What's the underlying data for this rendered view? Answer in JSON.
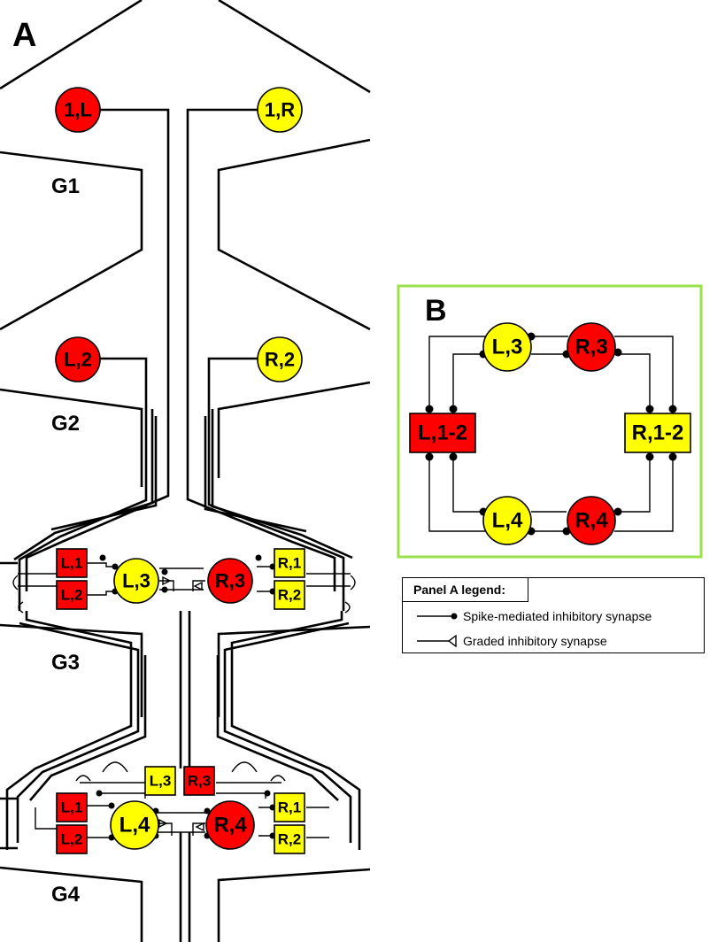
{
  "panels": {
    "a_label": "A",
    "b_label": "B"
  },
  "ganglia": [
    "G1",
    "G2",
    "G3",
    "G4"
  ],
  "colors": {
    "red": "#ff0000",
    "yellow": "#ffff00",
    "panel_b_border": "#99e04a",
    "line": "#000000"
  },
  "panel_a": {
    "g1": {
      "left": "1,L",
      "right": "1,R"
    },
    "g2": {
      "left": "L,2",
      "right": "R,2"
    },
    "g3": {
      "l1": "L,1",
      "l2": "L,2",
      "l3": "L,3",
      "r3": "R,3",
      "r1": "R,1",
      "r2": "R,2"
    },
    "g4": {
      "l3": "L,3",
      "r3": "R,3",
      "l1": "L,1",
      "l2": "L,2",
      "l4": "L,4",
      "r4": "R,4",
      "r1": "R,1",
      "r2": "R,2"
    }
  },
  "panel_b": {
    "l3": "L,3",
    "r3": "R,3",
    "l12": "L,1-2",
    "r12": "R,1-2",
    "l4": "L,4",
    "r4": "R,4"
  },
  "legend": {
    "title": "Panel A legend:",
    "spike": "Spike-mediated inhibitory synapse",
    "graded": "Graded inhibitory synapse"
  }
}
